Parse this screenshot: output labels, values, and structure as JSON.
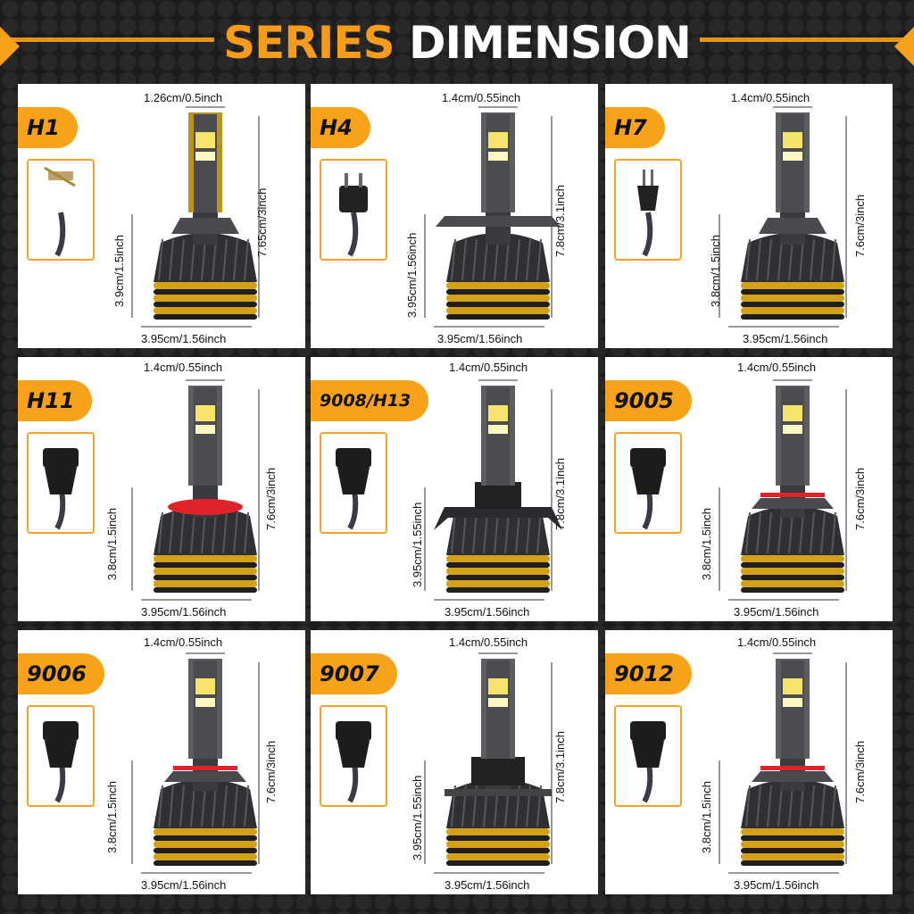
{
  "header": {
    "word1": "SERIES",
    "word2": "DIMENSION"
  },
  "colors": {
    "accent": "#f7a21b",
    "bulb_dark": "#2f3033",
    "gold_ring": "#d4a017",
    "red_ring": "#e0232b",
    "background": "#1c1c1c"
  },
  "cards": [
    {
      "name": "H1",
      "width_top": "1.26cm/0.5inch",
      "total_height": "7.65cm/3inch",
      "base_height": "3.9cm/1.5inch",
      "base_width": "3.95cm/1.56inch"
    },
    {
      "name": "H4",
      "width_top": "1.4cm/0.55inch",
      "total_height": "7.8cm/3.1inch",
      "base_height": "3.95cm/1.56inch",
      "base_width": "3.95cm/1.56inch"
    },
    {
      "name": "H7",
      "width_top": "1.4cm/0.55inch",
      "total_height": "7.6cm/3inch",
      "base_height": "3.8cm/1.5inch",
      "base_width": "3.95cm/1.56inch"
    },
    {
      "name": "H11",
      "width_top": "1.4cm/0.55inch",
      "total_height": "7.6cm/3inch",
      "base_height": "3.8cm/1.5inch",
      "base_width": "3.95cm/1.56inch"
    },
    {
      "name": "9008/H13",
      "width_top": "1.4cm/0.55inch",
      "total_height": "7.8cm/3.1inch",
      "base_height": "3.95cm/1.55inch",
      "base_width": "3.95cm/1.56inch"
    },
    {
      "name": "9005",
      "width_top": "1.4cm/0.55inch",
      "total_height": "7.6cm/3inch",
      "base_height": "3.8cm/1.5inch",
      "base_width": "3.95cm/1.56inch"
    },
    {
      "name": "9006",
      "width_top": "1.4cm/0.55inch",
      "total_height": "7.6cm/3inch",
      "base_height": "3.8cm/1.5inch",
      "base_width": "3.95cm/1.56inch"
    },
    {
      "name": "9007",
      "width_top": "1.4cm/0.55inch",
      "total_height": "7.8cm/3.1inch",
      "base_height": "3.95cm/1.55inch",
      "base_width": "3.95cm/1.56inch"
    },
    {
      "name": "9012",
      "width_top": "1.4cm/0.55inch",
      "total_height": "7.6cm/3inch",
      "base_height": "3.8cm/1.5inch",
      "base_width": "3.95cm/1.56inch"
    }
  ]
}
